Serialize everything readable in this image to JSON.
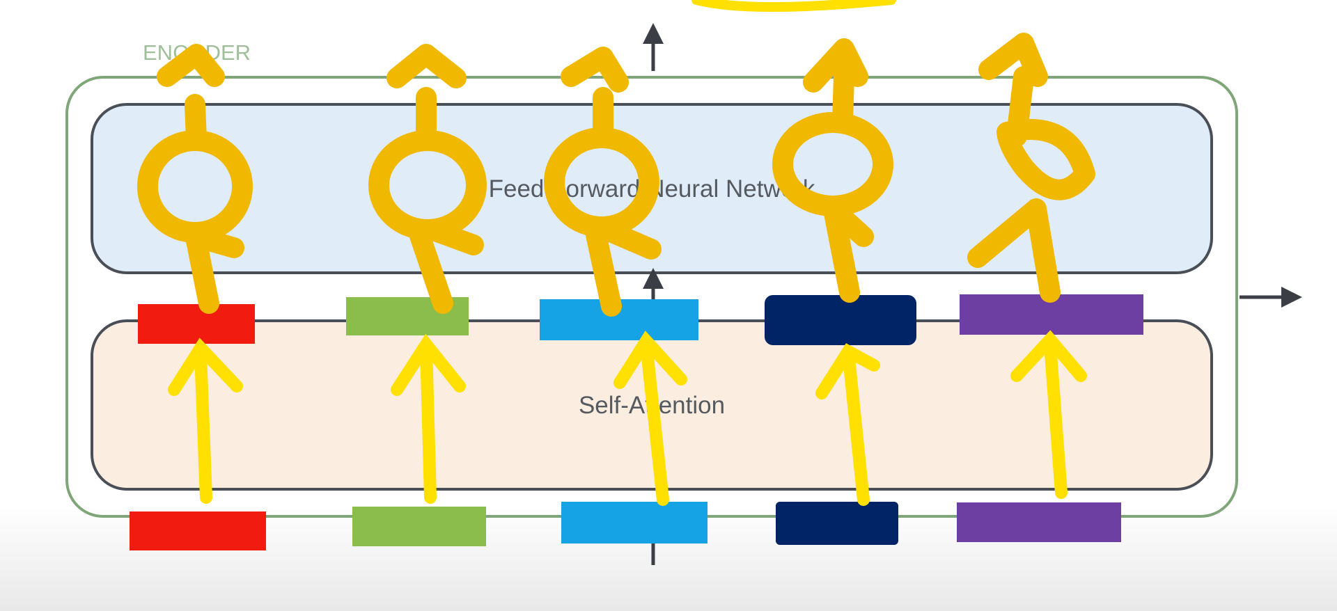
{
  "encoder": {
    "label": "ENCODER"
  },
  "ffnn": {
    "label": "Feed Forward Neural Network",
    "fill": "#e1ecf9"
  },
  "self_attention": {
    "label": "Self-Attention",
    "fill": "#fbeee1"
  },
  "token_colors": [
    "#f21b0f",
    "#8bbd4c",
    "#16a3e6",
    "#012466",
    "#6e3fa2"
  ],
  "annotation_colors": {
    "arrows_up": "#ffe000",
    "ffnn_loops": "#f1b800"
  }
}
